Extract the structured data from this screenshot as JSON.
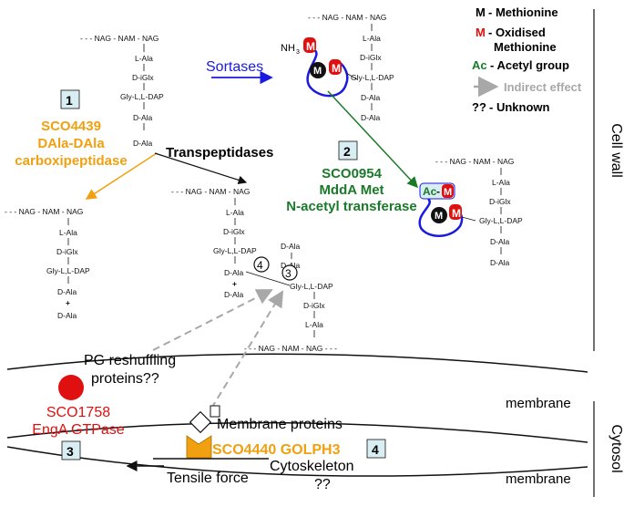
{
  "legend": {
    "m_letter": "M",
    "m_text": "- Methionine",
    "mox_letter": "M",
    "mox_text_line1": "- Oxidised",
    "mox_text_line2": "Methionine",
    "ac_letter": "Ac",
    "ac_text": "- Acetyl group",
    "indirect_text": "Indirect effect",
    "unknown_letter": "??",
    "unknown_text": "- Unknown"
  },
  "regions": {
    "cell_wall": "Cell wall",
    "cytosol": "Cytosol",
    "membrane_top": "membrane",
    "membrane_bottom": "membrane"
  },
  "peptidoglycan": {
    "backbone": "- - - NAG - NAM - NAG - - -",
    "backbone_short": "- - - NAG - NAM - NAG",
    "l_ala": "L-Ala",
    "d_iglx": "D-iGlx",
    "gly_dap": "Gly-L,L-DAP",
    "d_ala": "D-Ala",
    "plus": "+",
    "nh3": "NH"
  },
  "labels": {
    "sortases": "Sortases",
    "transpeptidases": "Transpeptidases",
    "box1": "1",
    "sco4439_l1": "SCO4439",
    "sco4439_l2": "DAla-DAla",
    "sco4439_l3": "carboxipeptidase",
    "box2": "2",
    "sco0954_l1": "SCO0954",
    "sco0954_l2": "MddA Met",
    "sco0954_l3": "N-acetyl transferase",
    "circle3": "3",
    "circle4": "4",
    "pg_reshuffle_l1": "PG reshuffling",
    "pg_reshuffle_l2": "proteins??",
    "sco1758_l1": "SCO1758",
    "sco1758_l2": "EngA GTPase",
    "box3": "3",
    "membrane_proteins": "Membrane proteins",
    "sco4440": "SCO4440 GOLPH3",
    "box4": "4",
    "cytoskeleton": "Cytoskeleton",
    "cyto_unknown": "??",
    "tensile": "Tensile force",
    "ac": "Ac",
    "m": "M"
  },
  "colors": {
    "orange": "#f0a010",
    "green": "#1a7a2a",
    "blue": "#1a1ae0",
    "red": "#e01010",
    "grey": "#a8a8a8",
    "box_fill": "#d8eef2"
  }
}
